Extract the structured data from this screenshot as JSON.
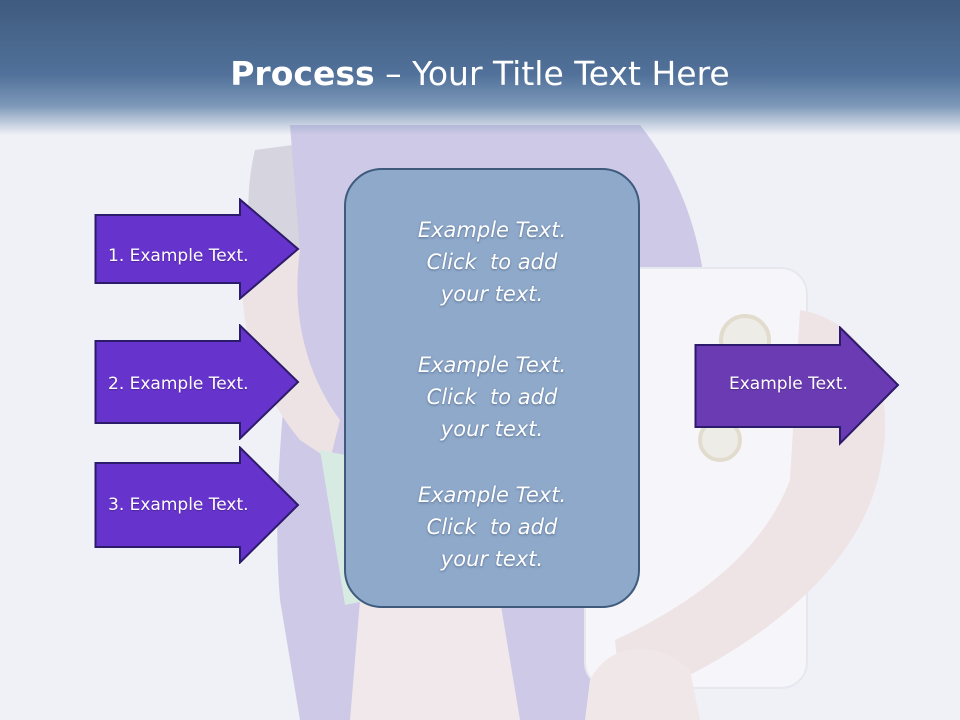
{
  "slide": {
    "title_bold": "Process",
    "title_rest": " – Your Title Text Here",
    "steps": [
      {
        "label": "1. Example Text."
      },
      {
        "label": "2. Example Text."
      },
      {
        "label": "3. Example Text."
      }
    ],
    "center_blocks": [
      {
        "line1": "Example Text.",
        "line2": "Click  to add",
        "line3": "your text."
      },
      {
        "line1": "Example Text.",
        "line2": "Click  to add",
        "line3": "your text."
      },
      {
        "line1": "Example Text.",
        "line2": "Click  to add",
        "line3": "your text."
      }
    ],
    "result": {
      "label": "Example Text."
    }
  },
  "colors": {
    "step_arrow": "#6633cc",
    "step_border": "#2c1a6a",
    "result_arrow": "#6a3bb3",
    "panel_fill": "#8fa9cb",
    "header": "#4a6a92"
  }
}
